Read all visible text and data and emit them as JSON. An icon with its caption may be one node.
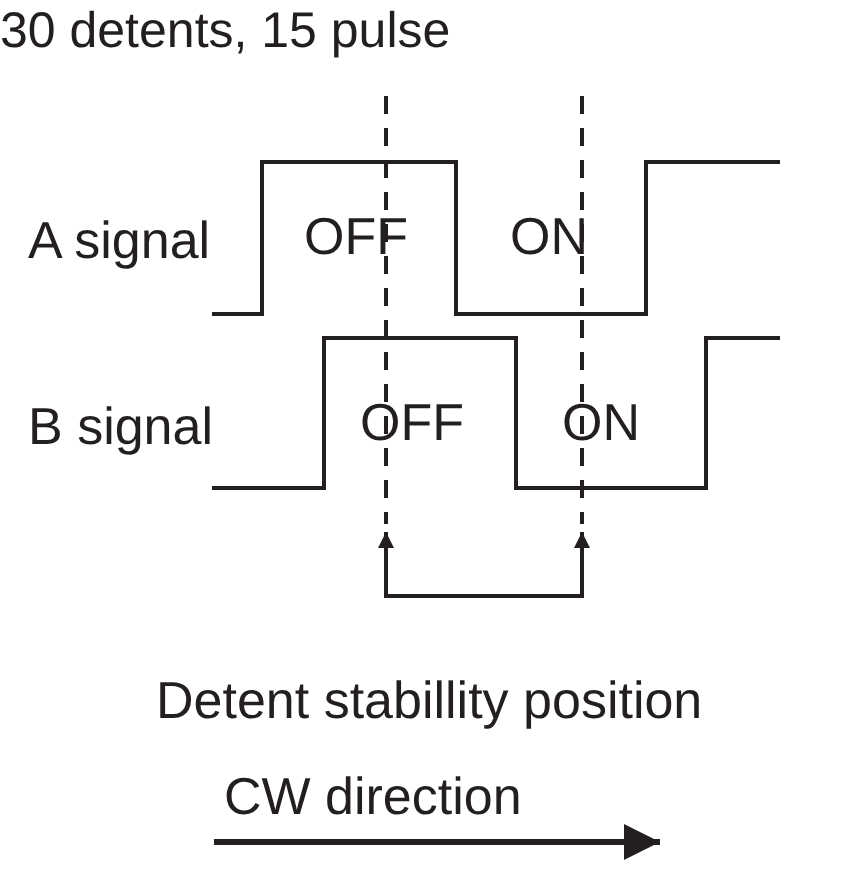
{
  "diagram": {
    "title": "30 detents, 15 pulse",
    "labels": [
      "A signal",
      "OFF",
      "ON",
      "B signal",
      "OFF",
      "ON",
      "Detent stabillity position",
      "CW direction"
    ]
  }
}
